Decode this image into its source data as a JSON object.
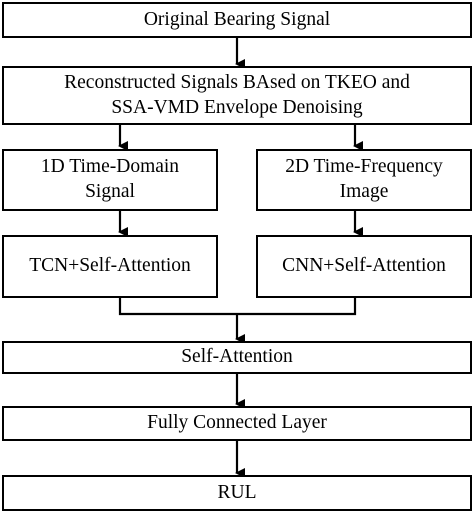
{
  "diagram": {
    "nodes": {
      "original_signal": {
        "text": "Original Bearing Signal"
      },
      "reconstructed": {
        "line1": "Reconstructed Signals BAsed on TKEO and",
        "line2": "SSA-VMD Envelope Denoising"
      },
      "time_domain": {
        "line1": "1D Time-Domain",
        "line2": "Signal"
      },
      "time_frequency": {
        "line1": "2D Time-Frequency",
        "line2": "Image"
      },
      "tcn_attention": {
        "text": "TCN+Self-Attention"
      },
      "cnn_attention": {
        "text": "CNN+Self-Attention"
      },
      "self_attention": {
        "text": "Self-Attention"
      },
      "fully_connected": {
        "text": "Fully Connected Layer"
      },
      "rul": {
        "text": "RUL"
      }
    },
    "colors": {
      "stroke": "#000000",
      "fill": "#ffffff"
    }
  }
}
